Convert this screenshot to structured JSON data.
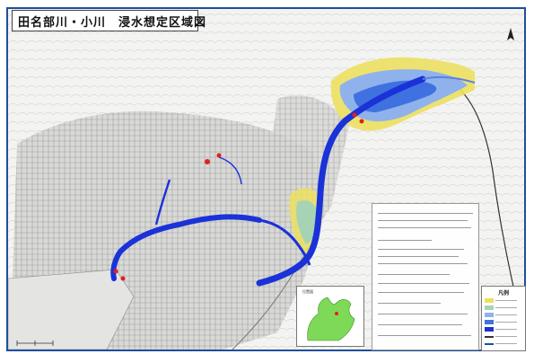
{
  "map": {
    "title": "田名部川・小川　浸水想定区域図",
    "colors": {
      "border": "#1e4f9c",
      "river": "#1a32d8",
      "flood_deep": "#3f71e0",
      "flood_medium": "#8fb2ec",
      "flood_shallow": "#a6d3b4",
      "flood_light": "#e0e070",
      "flood_yellow": "#ece060",
      "marker": "#e21f1f",
      "inset_land": "#7ed957"
    },
    "inset_map": {
      "label": "位置図"
    },
    "legend": {
      "title": "凡例",
      "swatches": [
        "#ece060",
        "#a6d3b4",
        "#8fb2ec",
        "#3f71e0",
        "#1a32d8",
        "#333333",
        "#1e4f9c"
      ]
    },
    "icons": [
      "flood-marker-icon",
      "compass-north-icon"
    ]
  }
}
